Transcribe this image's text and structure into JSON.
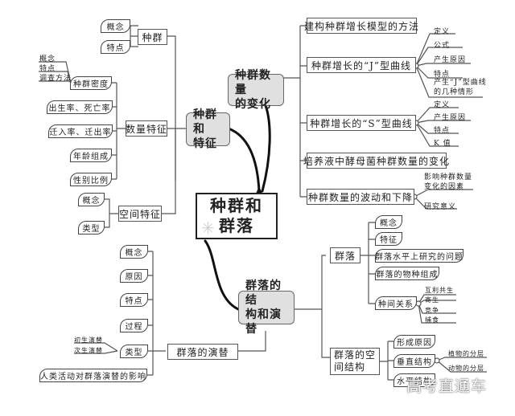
{
  "center": {
    "line1": "种群和",
    "line2": "群落"
  },
  "population_features": {
    "hub_line1": "种群和",
    "hub_line2": "特征",
    "population": {
      "label": "种群",
      "children": [
        "概念",
        "特点"
      ]
    },
    "quantity": {
      "label": "数量特征",
      "density": {
        "label": "种群密度",
        "children": [
          "概念",
          "特点",
          "调查方法"
        ]
      },
      "children": [
        "出生率、死亡率",
        "迁入率、迁出率",
        "年龄组成",
        "性别比例"
      ]
    },
    "spatial": {
      "label": "空间特征",
      "children": [
        "概念",
        "类型"
      ]
    }
  },
  "population_change": {
    "hub_line1": "种群数量",
    "hub_line2": "的变化",
    "model_method": "建构种群增长模型的方法",
    "j_curve": {
      "label": "种群增长的“J”型曲线",
      "children": [
        "定义",
        "公式",
        "产生原因",
        "特点"
      ],
      "last_line1": "产生“J”型曲线",
      "last_line2": "的几种情形"
    },
    "s_curve": {
      "label": "种群增长的“S”型曲线",
      "children": [
        "定义",
        "产生原因",
        "特点",
        "K 值"
      ]
    },
    "yeast": "培养液中酵母菌种群数量的变化",
    "fluctuation": {
      "label": "种群数量的波动和下降",
      "factor_line1": "影响种群数量",
      "factor_line2": "变化的因素",
      "significance": "研究意义"
    }
  },
  "community": {
    "hub_line1": "群落的结",
    "hub_line2": "构和演替",
    "group": {
      "label": "群落",
      "children": [
        "概念",
        "特征",
        "群落水平上研究的问题",
        "群落的物种组成"
      ],
      "interspecies": {
        "label": "种间关系",
        "children": [
          "互利共生",
          "寄生",
          "竞争",
          "捕食"
        ]
      }
    },
    "spatial_structure": {
      "label_line1": "群落的空",
      "label_line2": "间结构",
      "formation": "形成原因",
      "vertical": {
        "label": "垂直结构",
        "children": [
          "植物的分层",
          "动物的分层"
        ]
      },
      "horizontal": "水平结构"
    },
    "succession": {
      "label": "群落的演替",
      "children": [
        "概念",
        "原因",
        "特点",
        "过程"
      ],
      "types": {
        "label": "类型",
        "children": [
          "初生演替",
          "次生演替"
        ]
      },
      "human_impact": "人类活动对群落演替的影响"
    }
  },
  "watermark": "高考直通车"
}
